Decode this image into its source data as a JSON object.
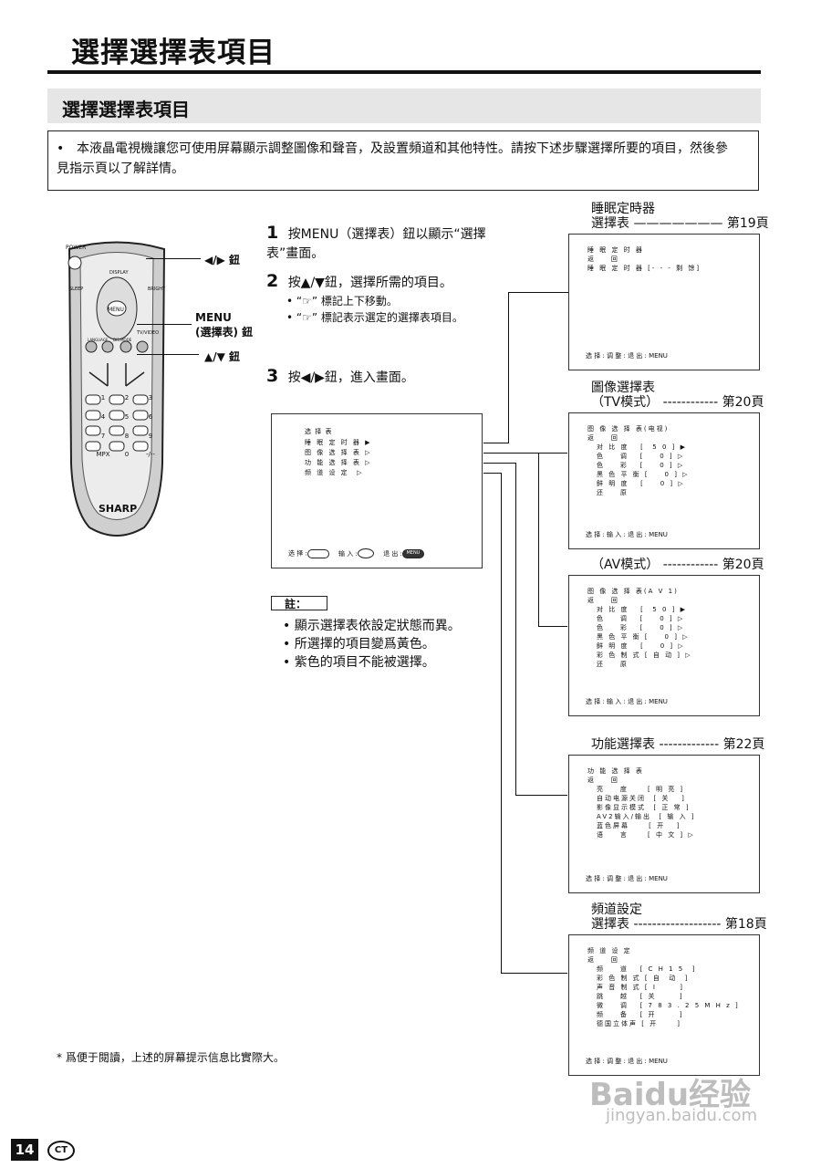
{
  "page_title": "選擇選擇表項目",
  "section_title": "選擇選擇表項目",
  "intro": "本液晶電視機讓您可使用屏幕顯示調整圖像和聲音，及設置頻道和其他特性。請按下述步驟選擇所要的項目，然後參見指示頁以了解詳情。",
  "remote": {
    "brand": "SHARP",
    "power": "POWER",
    "display": "DISPLAY",
    "sleep": "SLEEP",
    "bright": "BRIGHT",
    "menu": "MENU",
    "tv_video": "TV/VIDEO",
    "language": "LANGUAGE",
    "dis_mode": "DIS.MODE",
    "keys": [
      "1",
      "2",
      "3",
      "4",
      "5",
      "6",
      "7",
      "8",
      "9",
      "MPX",
      "0",
      "-/--"
    ],
    "callouts": {
      "arrows_lr": "◀/▶ 鈕",
      "menu_line1": "MENU",
      "menu_line2": "(選擇表) 鈕",
      "arrows_ud": "▲/▼ 鈕"
    }
  },
  "steps": [
    {
      "num": "1",
      "text": "按MENU（選擇表）鈕以顯示“選擇表”畫面。"
    },
    {
      "num": "2",
      "text": "按▲/▼鈕，選擇所需的項目。",
      "bullets": [
        "“☞” 標記上下移動。",
        "“☞” 標記表示選定的選擇表項目。"
      ]
    },
    {
      "num": "3",
      "text": "按◀/▶鈕，進入畫面。"
    }
  ],
  "main_menu": {
    "title": "选 择 表",
    "items": [
      "睡 眠 定 时 器 ▶",
      "图 像 选 择 表 ▷",
      "功 能 选 择 表 ▷",
      "频 道 设 定  ▷"
    ],
    "footer": [
      "选 择 :",
      "输 入 :",
      "退 出 :",
      "MENU"
    ]
  },
  "note_label": "註：",
  "notes": [
    "顯示選擇表依設定狀態而異。",
    "所選擇的項目變爲黃色。",
    "紫色的項目不能被選擇。"
  ],
  "footnote": "* 爲便于閱讀，上述的屏幕提示信息比實際大。",
  "page_number": "14",
  "page_badge": "CT",
  "watermark": "Baidu经验",
  "watermark_url": "jingyan.baidu.com",
  "panels": [
    {
      "caption1": "睡眠定時器",
      "caption2": "選擇表 ——————— 第19頁",
      "lines": [
        "睡 眠 定 时 器",
        "返    回",
        "睡 眠 定 时 器 [- - - 剩 馀]"
      ],
      "footer": "选 择 :     调 整 :     退 出 :  MENU"
    },
    {
      "caption1": "圖像選擇表",
      "caption2": "（TV模式） ------------ 第20頁",
      "lines": [
        "图 像 选 择 表(电视)",
        "返    回",
        "对 比 度   [  5 0 ] ▶",
        "色    调   [    0 ] ▷",
        "色    彩   [    0 ] ▷",
        "黑 色 平 衡 [    0 ] ▷",
        "鲜 明 度   [    0 ] ▷",
        "还    原"
      ],
      "footer": "选 择 :     输 入 :     退 出 :  MENU"
    },
    {
      "caption1": "",
      "caption2": "（AV模式） ------------ 第20頁",
      "lines": [
        "图 像 选 择 表(A V 1)",
        "返    回",
        "对 比 度   [  5 0 ] ▶",
        "色    调   [    0 ] ▷",
        "色    彩   [    0 ] ▷",
        "黑 色 平 衡 [    0 ] ▷",
        "鲜 明 度   [    0 ] ▷",
        "彩 色 制 式 [ 自 动 ] ▷",
        "还    原"
      ],
      "footer": "选 择 :     输 入 :     退 出 :  MENU"
    },
    {
      "caption1": "",
      "caption2": "功能選擇表 ------------- 第22頁",
      "lines": [
        "功 能 选 择 表",
        "返    回",
        "亮    度     [ 明 亮 ]",
        "自动电源关闭  [ 关   ]",
        "影像显示模式  [ 正 常 ]",
        "AV2输入/输出  [ 输 入 ]",
        "蓝色屏幕     [ 开   ]",
        "语    言     [ 中 文 ] ▷"
      ],
      "footer": "选 择 :     调 整 :     退 出 :  MENU"
    },
    {
      "caption1": "頻道設定",
      "caption2": "選擇表 ------------------- 第18頁",
      "lines": [
        "频 道 设 定",
        "返    回",
        "频    道   [ C H 1 5  ]",
        "彩 色 制 式 [ 自  动  ]",
        "声 音 制 式 [ Ⅰ      ]",
        "跳    越   [ 关      ]",
        "微    调   [ 7 8 3 . 2 5 M H z ]",
        "频    备   [ 开      ]",
        "德国立体声 [ 开     ]"
      ],
      "footer": "选 择 :     调 整 :     退 出 :  MENU"
    }
  ]
}
